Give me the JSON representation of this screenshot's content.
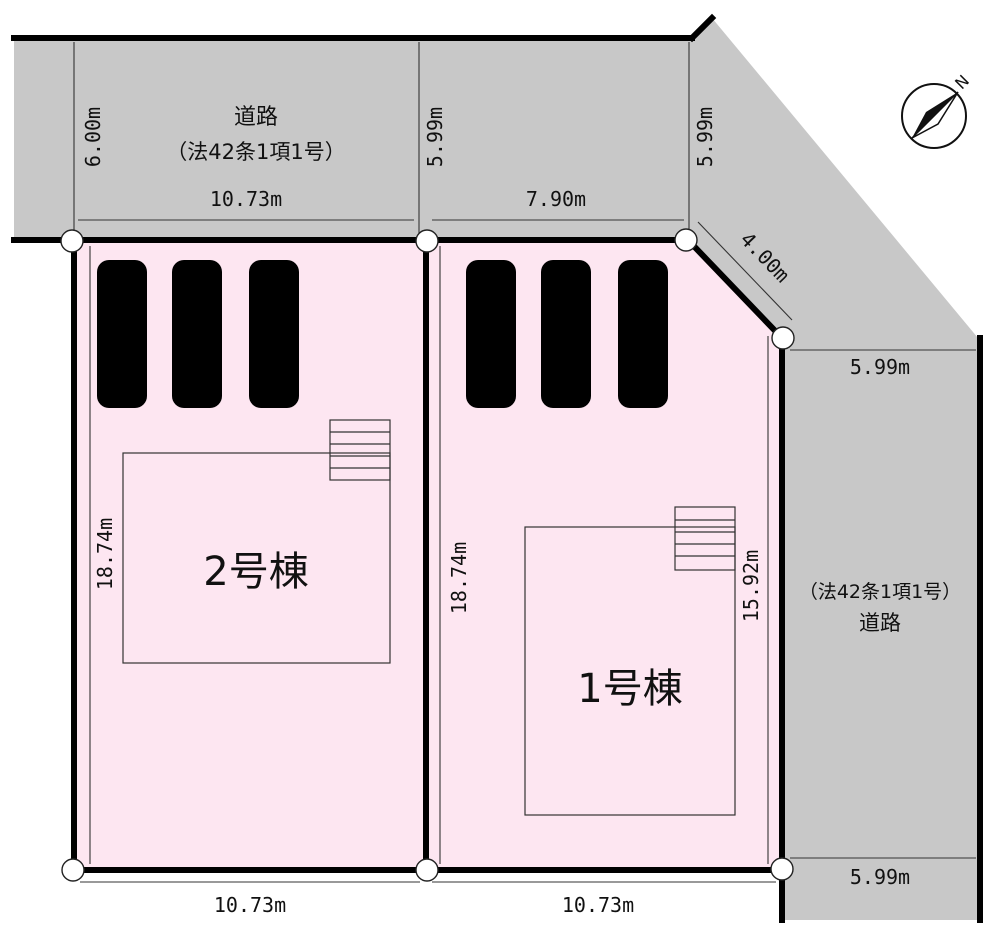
{
  "roads": {
    "top": {
      "name": "道路",
      "law": "（法42条1項1号）"
    },
    "right": {
      "law": "（法42条1項1号）",
      "name": "道路"
    }
  },
  "buildings": {
    "left": "2号棟",
    "right": "1号棟"
  },
  "dimensions": {
    "road_width_left": "6.00m",
    "road_width_middle": "5.99m",
    "road_width_corner": "5.99m",
    "top_frontage_left": "10.73m",
    "top_frontage_right": "7.90m",
    "corner_cut": "4.00m",
    "right_road_width_top": "5.99m",
    "right_road_width_bottom": "5.99m",
    "left_lot_depth": "18.74m",
    "right_lot_depth_left": "18.74m",
    "right_lot_depth_right": "15.92m",
    "bottom_left": "10.73m",
    "bottom_right": "10.73m"
  },
  "north_label": "N",
  "colors": {
    "road": "#c8c8c8",
    "lot": "#fde6f1",
    "boundary": "#000000"
  }
}
